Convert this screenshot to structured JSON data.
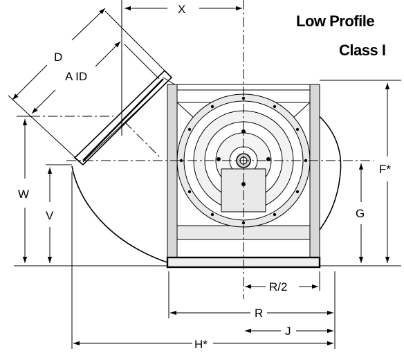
{
  "title": {
    "line1": "Low Profile",
    "line2": "Class I"
  },
  "dimensions": {
    "x": "X",
    "d": "D",
    "a_id": "A ID",
    "w": "W",
    "v": "V",
    "f": "F*",
    "g": "G",
    "r_half": "R/2",
    "r": "R",
    "j": "J",
    "h": "H*"
  }
}
